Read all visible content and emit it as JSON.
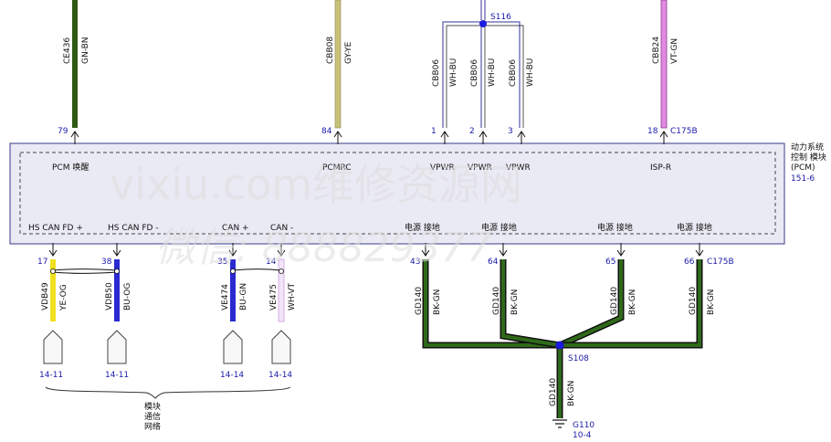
{
  "module": {
    "title_line1": "动力系统",
    "title_line2": "控制 模块",
    "title_line3": "(PCM)",
    "ref": "151-6",
    "connector_top": "C175B",
    "connector_bottom": "C175B"
  },
  "top_pins": [
    {
      "pin": "79",
      "circuit": "CE436",
      "color": "GN-BN",
      "label": "PCM 唤醒",
      "wire": "#2f5a14"
    },
    {
      "pin": "84",
      "circuit": "CBB08",
      "color": "GY-YE",
      "label": "PCMRC",
      "wire": "#c8c27a"
    },
    {
      "pin": "1",
      "circuit": "CBB06",
      "color": "WH-BU",
      "label": "VPWR",
      "wire": "#9999dd"
    },
    {
      "pin": "2",
      "circuit": "CBB06",
      "color": "WH-BU",
      "label": "VPWR",
      "wire": "#9999dd"
    },
    {
      "pin": "3",
      "circuit": "CBB06",
      "color": "WH-BU",
      "label": "VPWR",
      "wire": "#9999dd"
    },
    {
      "pin": "18",
      "circuit": "CBB24",
      "color": "VT-GN",
      "label": "ISP-R",
      "wire": "#e08ae0"
    }
  ],
  "splice_top": "S116",
  "bottom_pins": [
    {
      "pin": "17",
      "label": "HS CAN FD +",
      "circuit": "VDB49",
      "color": "YE-OG",
      "ref": "14-11",
      "wire": "#f0e020"
    },
    {
      "pin": "38",
      "label": "HS CAN FD -",
      "circuit": "VDB50",
      "color": "BU-OG",
      "ref": "14-11",
      "wire": "#2a2ad0"
    },
    {
      "pin": "35",
      "label": "CAN +",
      "circuit": "VE474",
      "color": "BU-GN",
      "ref": "14-14",
      "wire": "#2a2ad0"
    },
    {
      "pin": "14",
      "label": "CAN -",
      "circuit": "VE475",
      "color": "WH-VT",
      "ref": "14-14",
      "wire": "#d8b8e8"
    }
  ],
  "ground_pins": [
    {
      "pin": "43",
      "label": "电源 接地",
      "circuit": "GD140",
      "color": "BK-GN"
    },
    {
      "pin": "64",
      "label": "电源 接地",
      "circuit": "GD140",
      "color": "BK-GN"
    },
    {
      "pin": "65",
      "label": "电源 接地",
      "circuit": "GD140",
      "color": "BK-GN"
    },
    {
      "pin": "66",
      "label": "电源 接地",
      "circuit": "GD140",
      "color": "BK-GN"
    }
  ],
  "splice_ground": "S108",
  "ground_wire": {
    "circuit": "GD140",
    "color": "BK-GN"
  },
  "ground_point": {
    "name": "G110",
    "ref": "10-4"
  },
  "network_label": {
    "line1": "模块",
    "line2": "通信",
    "line3": "网络"
  },
  "watermark": {
    "line1": "vixiu.com维修资源网",
    "line2": "微信: 888829377"
  },
  "colors": {
    "pin_number": "#1a1aa8",
    "splice_dot": "#1a1ae0",
    "module_fill": "#e8e8f4",
    "ground_wire": "#1e4a0e"
  }
}
